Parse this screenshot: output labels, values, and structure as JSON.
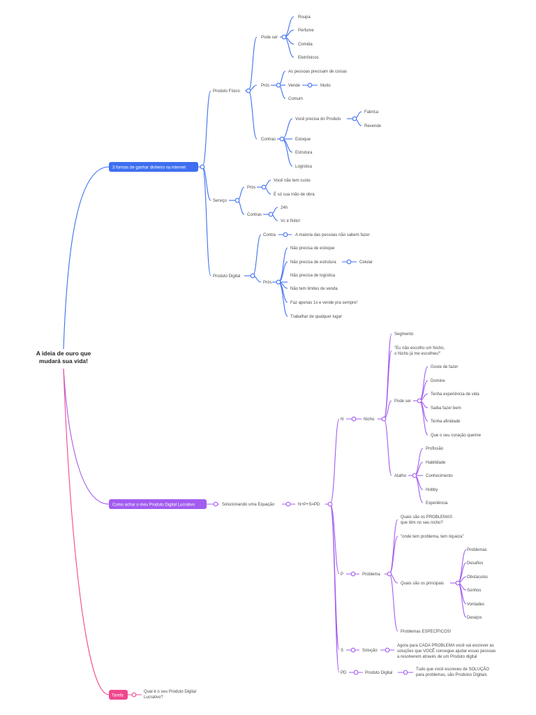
{
  "colors": {
    "blue": "#3e6ff0",
    "purple": "#a25cf0",
    "pink": "#f0488f"
  },
  "root": {
    "line1": "A ideia de ouro que",
    "line2": "mudará sua vida!"
  },
  "b1": {
    "label": "3 formas de ganhar dinheiro na internet",
    "fisico": {
      "label": "Produto Físico",
      "pode_ser": {
        "label": "Pode ser",
        "items": [
          "Roupa",
          "Perfume",
          "Comida",
          "Eletrônicos"
        ]
      },
      "pros": {
        "label": "Prós",
        "a": "As pessoas precisam de coisas",
        "vende": "Vende",
        "muito": "Muito",
        "comum": "Comum"
      },
      "contras": {
        "label": "Contras",
        "voce": "Você precisa do Produto",
        "fabrica": "Fabrica",
        "revende": "Revende",
        "estoque": "Estoque",
        "estrutura": "Estrutura",
        "logistica": "Logística"
      }
    },
    "servico": {
      "label": "Serviço",
      "pros": {
        "label": "Prós",
        "a": "Você não tem custo",
        "b": "É só sua mão de obra"
      },
      "contras": {
        "label": "Contras",
        "a": "24h",
        "b": "Vc é finito!"
      }
    },
    "digital": {
      "label": "Produto Digital",
      "contra": {
        "label": "Contra",
        "a": "A maioria das pessoas não sabem fazer"
      },
      "pros": {
        "label": "Prós",
        "a": "Não precisa de estoque",
        "b": "Não precisa de estrutura",
        "celular": "Celular",
        "c": "Não precisa de logística",
        "d": "Não tem limites de venda",
        "e": "Faz apenas 1x e vende pra sempre!",
        "f": "Trabalhar de qualquer lugar"
      }
    }
  },
  "b2": {
    "label": "Como achar o meu Produto Digital Lucrativo",
    "eq": "Solucionando uma Equação",
    "nps": "N+P+S=PD",
    "n": {
      "label": "N",
      "nicho": "Nicho",
      "segmento": "Segmento",
      "quote1": "\"Eu não escolho um Nicho,",
      "quote2": "o Nicho já me escolheu!\"",
      "pode_ser": {
        "label": "Pode ser",
        "items": [
          "Goste de fazer",
          "Domine",
          "Tenha experiência de vida",
          "Saiba fazer bem",
          "Tenha afinidade",
          "Que o seu coração queime"
        ]
      },
      "atalho": {
        "label": "Atalho",
        "items": [
          "Profissão",
          "Habilidade",
          "Conhecimento",
          "Hobby",
          "Experiência"
        ]
      }
    },
    "p": {
      "label": "P",
      "problema": "Problema",
      "q1a": "Quais são os PROBLEMAS",
      "q1b": "que têm no seu nicho?",
      "q2": "\"onde tem problema, tem riqueza\"",
      "q3": "Quais são os principais",
      "principais": [
        "Problemas",
        "Desafios",
        "Obstáculos",
        "Sonhos",
        "Vontades",
        "Desejos"
      ],
      "especificos": "Problemas ESPECÍFICOS!"
    },
    "s": {
      "label": "S",
      "solucao": "Solução",
      "t1": "Agora para CADA PROBLEMA você vai escrever as",
      "t2": "soluções que VOCÊ consegue ajudar essas pessoas",
      "t3": "a resolverem através de um Produto digital"
    },
    "pd": {
      "label": "PD",
      "produto": "Produto Digital",
      "t1": "Tudo que você escreveu de SOLUÇÃO",
      "t2": "para problemas, são Produtos Digitais"
    }
  },
  "b3": {
    "label": "Tarefa",
    "q1": "Qual é o seu Produto Digital",
    "q2": "Lucrativo?"
  }
}
